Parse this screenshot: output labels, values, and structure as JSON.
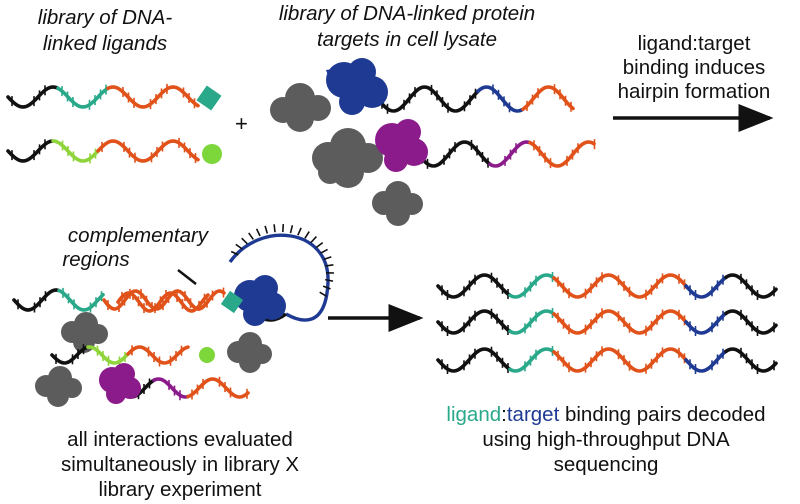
{
  "labels": {
    "ligand_library_l1": "library of DNA-",
    "ligand_library_l2": "linked ligands",
    "plus": "+",
    "target_library_l1": "library of DNA-linked protein",
    "target_library_l2": "targets in cell lysate",
    "hairpin_l1": "ligand:target",
    "hairpin_l2": "binding induces",
    "hairpin_l3": "hairpin formation",
    "complementary_l1": "complementary",
    "complementary_l2": "regions",
    "all_interactions_l1": "all interactions evaluated",
    "all_interactions_l2": "simultaneously in library X",
    "all_interactions_l3": "library experiment",
    "decoded_ligand": "ligand",
    "decoded_colon": ":",
    "decoded_target": "target",
    "decoded_rest": " binding pairs decoded",
    "decoded_l2": "using high-throughput DNA",
    "decoded_l3": "sequencing"
  },
  "colors": {
    "black_dna": "#111111",
    "ligand_teal": "#2aa88a",
    "ligand_lime": "#8ed43a",
    "orange_dna": "#e0521a",
    "target_blue": "#1f3a93",
    "target_purple": "#8b1a8b",
    "lysate_gray": "#5c5c5c",
    "ligand_shape_teal": "#2aa88a",
    "ligand_shape_lime": "#7dd63a"
  },
  "icons": {
    "ligand_square": "teal-diamond",
    "ligand_circle": "lime-circle",
    "protein_blue": "blue-protein-blob",
    "protein_purple": "purple-protein-blob",
    "lysate": "gray-cloud"
  }
}
